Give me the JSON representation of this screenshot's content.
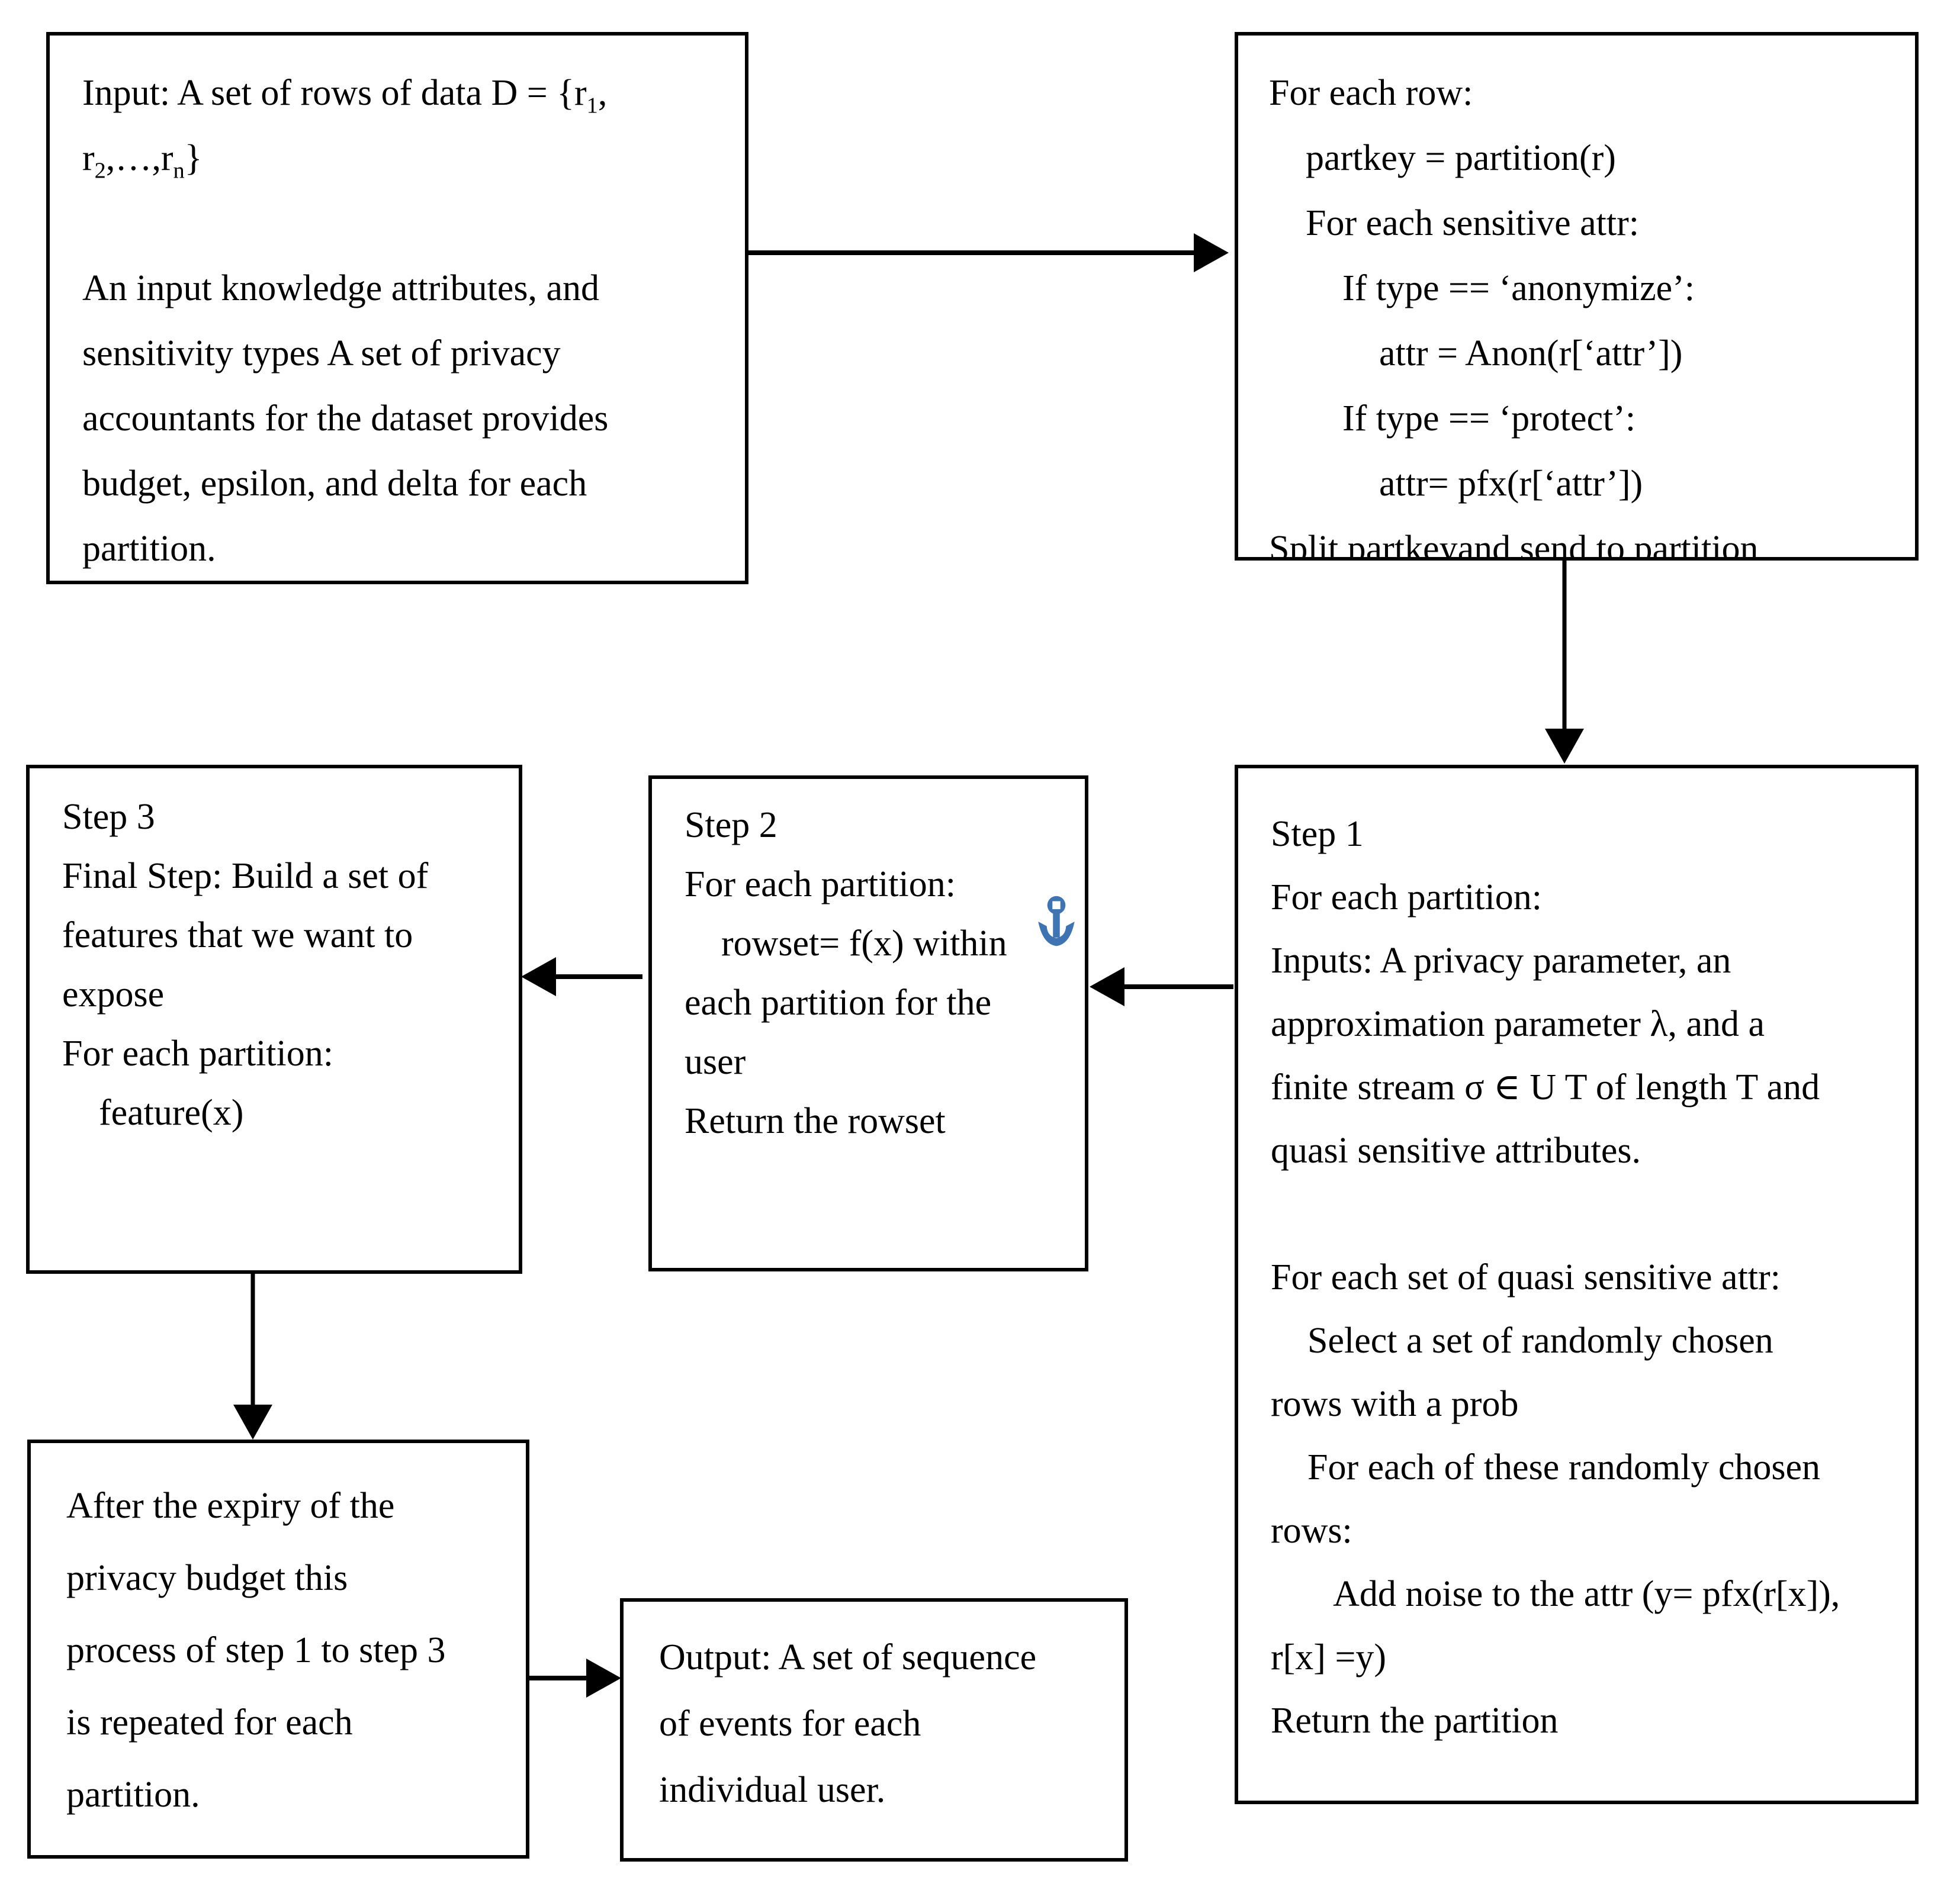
{
  "diagram": {
    "type": "flowchart",
    "background_color": "#ffffff",
    "box_border_color": "#000000",
    "text_color": "#000000",
    "anchor_icon_color": "#3f74b3",
    "boxes": {
      "input": {
        "lines": [
          "Input: A set of rows of data D = {r<sub>1</sub>,",
          "r<sub>2</sub>,…,r<sub>n</sub>}",
          "",
          "An input knowledge attributes, and",
          "sensitivity types A set of privacy",
          "accountants for the dataset provides",
          "budget, epsilon, and delta for each",
          "partition."
        ]
      },
      "row_processing": {
        "lines": [
          "For each row:",
          "    partkey = partition(r)",
          "    For each sensitive attr:",
          "        If type == ‘anonymize’:",
          "            attr = Anon(r[‘attr’])",
          "        If type == ‘protect’:",
          "            attr= pfx(r[‘attr’])",
          "Split partkeyand send to partition"
        ]
      },
      "step1": {
        "lines": [
          "Step 1",
          "For each partition:",
          "Inputs: A privacy parameter, an",
          "approximation parameter λ, and a",
          "finite stream σ ∈ U T of length T and",
          "quasi sensitive attributes.",
          "",
          "For each set of quasi sensitive attr:",
          "    Select a set of randomly chosen",
          "rows with a prob",
          "    For each of these randomly chosen",
          "rows:",
          "       Add noise to the attr (y= pfx(r[x]),",
          "r[x] =y)",
          "Return the partition"
        ]
      },
      "step2": {
        "lines": [
          "Step 2",
          "For each partition:",
          "    rowset= f(x) within",
          "each partition for the",
          "user",
          "Return the rowset"
        ]
      },
      "step3": {
        "lines": [
          "Step 3",
          "Final Step: Build a set of",
          "features that we want to",
          "expose",
          "For each partition:",
          "    feature(x)"
        ]
      },
      "repeat": {
        "lines": [
          "After the expiry of the",
          "privacy budget this",
          "process of step 1 to step 3",
          "is repeated for each",
          "partition."
        ]
      },
      "output": {
        "lines": [
          "Output: A set of sequence",
          "of events for each",
          "individual user."
        ]
      }
    },
    "arrows": [
      {
        "id": "input-to-row-processing",
        "from": "input",
        "to": "row_processing",
        "direction": "right"
      },
      {
        "id": "row-processing-to-step1",
        "from": "row_processing",
        "to": "step1",
        "direction": "down"
      },
      {
        "id": "step1-to-step2",
        "from": "step1",
        "to": "step2",
        "direction": "left"
      },
      {
        "id": "step2-to-step3",
        "from": "step2",
        "to": "step3",
        "direction": "left"
      },
      {
        "id": "step3-to-repeat",
        "from": "step3",
        "to": "repeat",
        "direction": "down"
      },
      {
        "id": "repeat-to-output",
        "from": "repeat",
        "to": "output",
        "direction": "right"
      }
    ]
  }
}
